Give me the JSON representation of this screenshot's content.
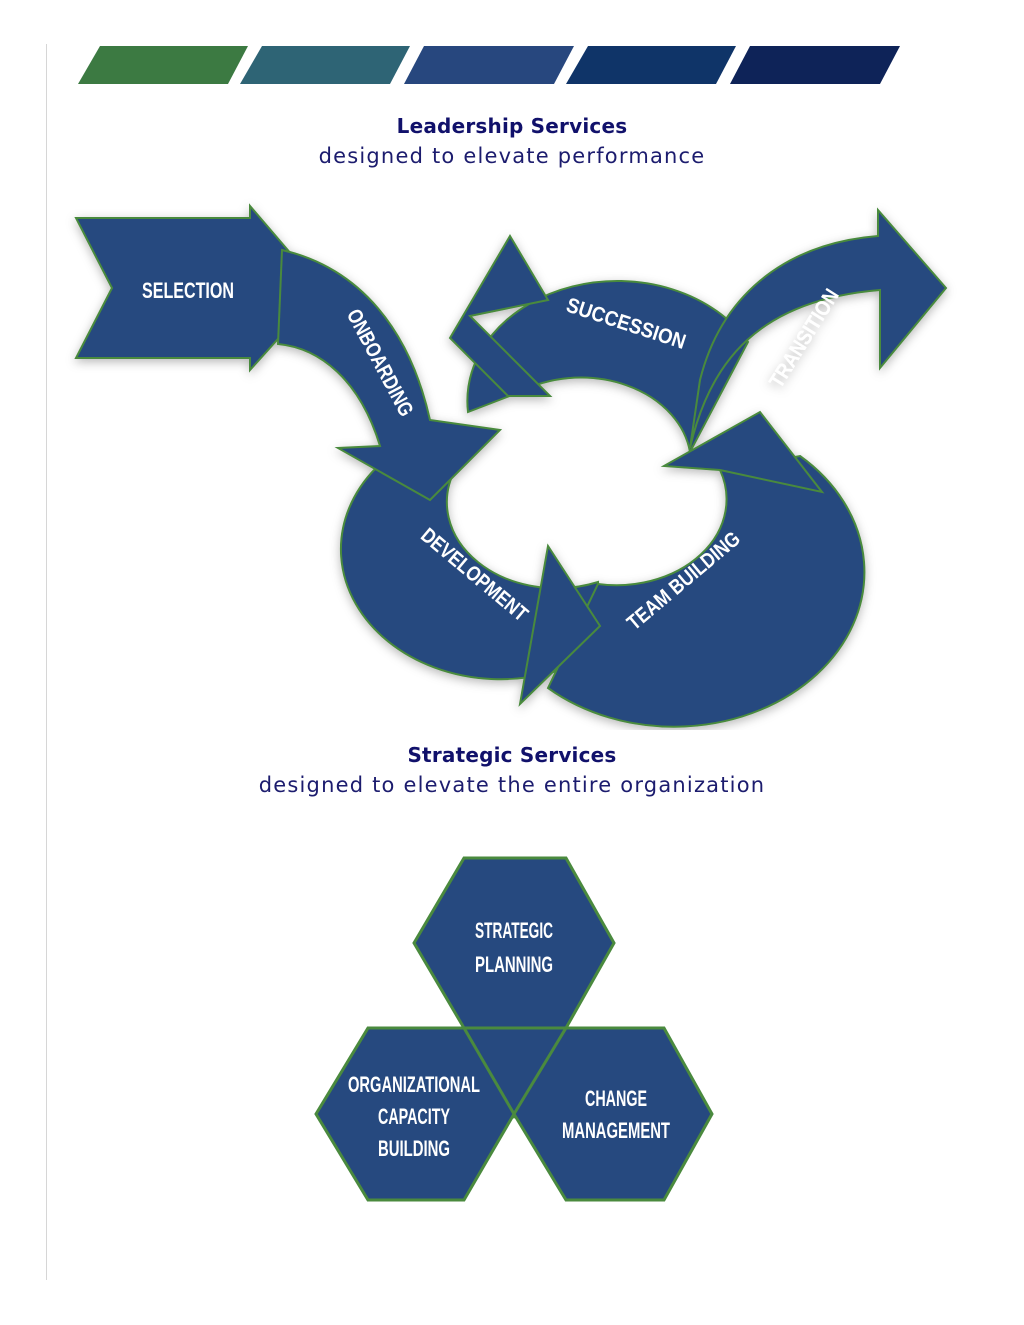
{
  "header_stripes": {
    "colors": [
      "#3c7a42",
      "#2e6475",
      "#27477e",
      "#0f3468",
      "#0e2358"
    ]
  },
  "leadership": {
    "title": "Leadership Services",
    "subtitle": "designed to elevate performance",
    "cycle": {
      "selection": "SELECTION",
      "onboarding": "ONBOARDING",
      "succession": "SUCCESSION",
      "transition": "TRANSITION",
      "development": "DEVELOPMENT",
      "team_building": "TEAM BUILDING"
    }
  },
  "strategic": {
    "title": "Strategic Services",
    "subtitle": "designed to elevate the entire organization",
    "hexagons": {
      "top": [
        "STRATEGIC",
        "PLANNING"
      ],
      "left": [
        "ORGANIZATIONAL",
        "CAPACITY",
        "BUILDING"
      ],
      "right": [
        "CHANGE",
        "MANAGEMENT"
      ]
    }
  },
  "colors": {
    "arrow_fill": "#26497f",
    "arrow_outline": "#4a8a3e",
    "title_text": "#11116b"
  }
}
